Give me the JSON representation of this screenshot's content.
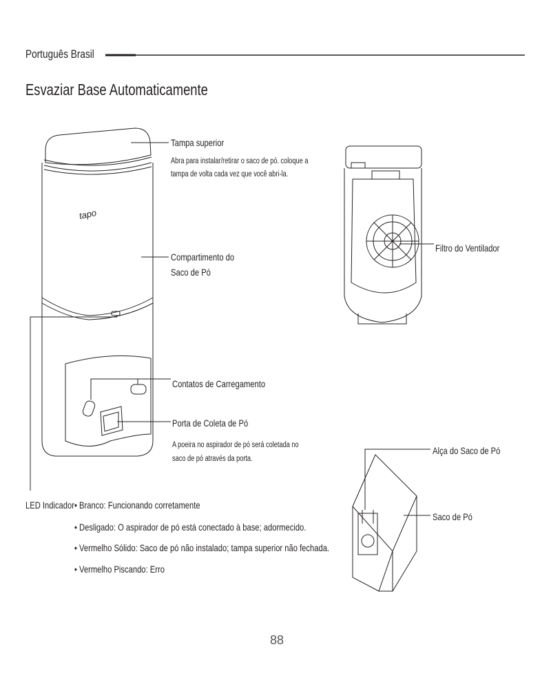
{
  "header": {
    "language": "Português Brasil",
    "title": "Esvaziar Base Automaticamente"
  },
  "labels": {
    "top_lid": "Tampa superior",
    "top_lid_desc": [
      "Abra para instalar/retirar o saco de pó. coloque a",
      "tampa de volta cada vez que você abri-la."
    ],
    "bag_compartment": [
      "Compartimento do",
      "Saco de Pó"
    ],
    "charging_contacts": "Contatos de Carregamento",
    "dust_port": "Porta de Coleta de Pó",
    "dust_port_desc": [
      "A poeira no aspirador de pó será coletada no",
      "saco de pó através da porta."
    ],
    "fan_filter": "Filtro do Ventilador",
    "bag_handle": "Alça do Saco de Pó",
    "dust_bag": "Saco de Pó",
    "brand": "tapo"
  },
  "led": {
    "label": "LED Indicador",
    "states": [
      "• Branco: Funcionando corretamente",
      "• Desligado: O aspirador de pó está conectado à base; adormecido.",
      "• Vermelho Sólido: Saco de pó não instalado; tampa superior não fechada.",
      "• Vermelho Piscando: Erro"
    ]
  },
  "page_number": "88"
}
